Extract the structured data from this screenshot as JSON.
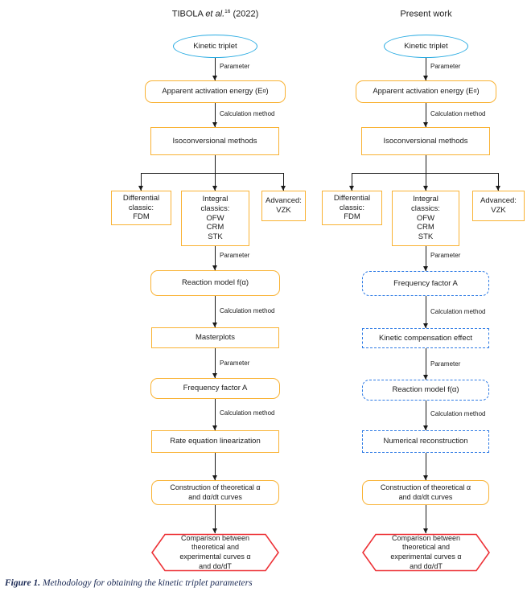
{
  "colors": {
    "solid": "#F9B233",
    "dashed": "#2E7BE5",
    "ellipse": "#29ABE2",
    "hexagon": "#ED3237",
    "line": "#1a1a1a",
    "text": "#1a1a1a",
    "caption": "#1B2A55"
  },
  "labels": {
    "parameter": "Parameter",
    "calculation_method": "Calculation method"
  },
  "columns": [
    {
      "title_pre": "TIBOLA ",
      "title_italic": "et al.",
      "title_sup": "16",
      "title_post": " (2022)",
      "start": "Kinetic triplet",
      "ea_pre": "Apparent activation energy (E",
      "ea_sub": "α",
      "ea_post": ")",
      "isoconversional": "Isoconversional methods",
      "branch_differential": "Differential\nclassic:\nFDM",
      "branch_integral": "Integral\nclassics:\nOFW\nCRM\nSTK",
      "branch_advanced": "Advanced:\nVZK",
      "step1": "Reaction model f(α)",
      "step2": "Masterplots",
      "step3": "Frequency factor A",
      "step4": "Rate equation linearization",
      "construction": "Construction of theoretical α\nand dα/dt curves",
      "comparison": "Comparison between\ntheoretical and\nexperimental curves α\nand dα/dT"
    },
    {
      "title_pre": "Present work",
      "title_italic": "",
      "title_sup": "",
      "title_post": "",
      "start": "Kinetic triplet",
      "ea_pre": "Apparent activation energy (E",
      "ea_sub": "α",
      "ea_post": ")",
      "isoconversional": "Isoconversional methods",
      "branch_differential": "Differential\nclassic:\nFDM",
      "branch_integral": "Integral\nclassics:\nOFW\nCRM\nSTK",
      "branch_advanced": "Advanced:\nVZK",
      "step1": "Frequency factor A",
      "step2": "Kinetic compensation effect",
      "step3": "Reaction model f(α)",
      "step4": "Numerical reconstruction",
      "construction": "Construction of theoretical α\nand dα/dt curves",
      "comparison": "Comparison between\ntheoretical and\nexperimental curves α\nand dα/dT"
    }
  ],
  "caption": {
    "label": "Figure 1.",
    "text": " Methodology for obtaining the kinetic triplet parameters"
  }
}
